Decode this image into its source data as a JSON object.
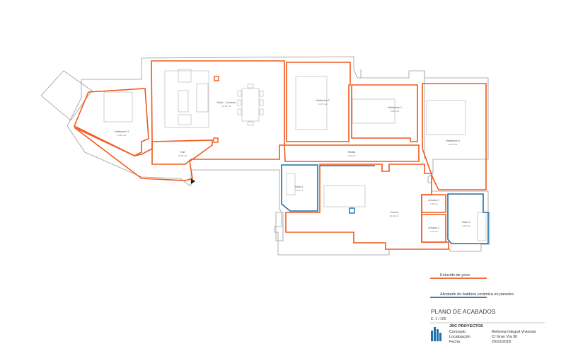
{
  "colors": {
    "plaster": "#f05a1e",
    "tile": "#1f6fa8",
    "walls": "#9a9a9a"
  },
  "rooms": [
    {
      "key": "hab3",
      "label": "Habitación 3",
      "area": "11,40 m2"
    },
    {
      "key": "salon",
      "label": "Salón - Comedor",
      "area": "37,95 m2"
    },
    {
      "key": "hab2",
      "label": "Habitación 2",
      "area": "11,70 m2"
    },
    {
      "key": "hab1",
      "label": "Habitación 1",
      "area": "11,30 m2"
    },
    {
      "key": "hab4",
      "label": "Habitación 4",
      "area": "18,10 m2"
    },
    {
      "key": "hall",
      "label": "Hall",
      "area": "10,30 m2"
    },
    {
      "key": "pasillo",
      "label": "Pasillo",
      "area": "7,60 m2"
    },
    {
      "key": "bano1",
      "label": "Baño 1",
      "area": "5,00 m2"
    },
    {
      "key": "cocina",
      "label": "Cocina",
      "area": "20,00 m2"
    },
    {
      "key": "armario1",
      "label": "Armario 1",
      "area": "1,30 m2"
    },
    {
      "key": "armario2",
      "label": "Armario 2",
      "area": "2,70 m2"
    },
    {
      "key": "bano2",
      "label": "Baño 2",
      "area": "5,00 m2"
    }
  ],
  "legend": [
    {
      "key": "plaster",
      "label": "Enlucido de yeso",
      "color": "#f05a1e"
    },
    {
      "key": "tile",
      "label": "Alicatado de baldosa cerámica en paredes",
      "color": "#1f6fa8"
    }
  ],
  "title_block": {
    "title": "PLANO DE ACABADOS",
    "scale": "E:   1 / 100",
    "firm": "JRC PROYECTOS",
    "fields": [
      {
        "label": "Concepto",
        "value": "Reforma Integral Vivienda"
      },
      {
        "label": "Localización",
        "value": "C/ Gran Vía 36"
      },
      {
        "label": "Fecha",
        "value": "20/12/2018"
      }
    ]
  }
}
